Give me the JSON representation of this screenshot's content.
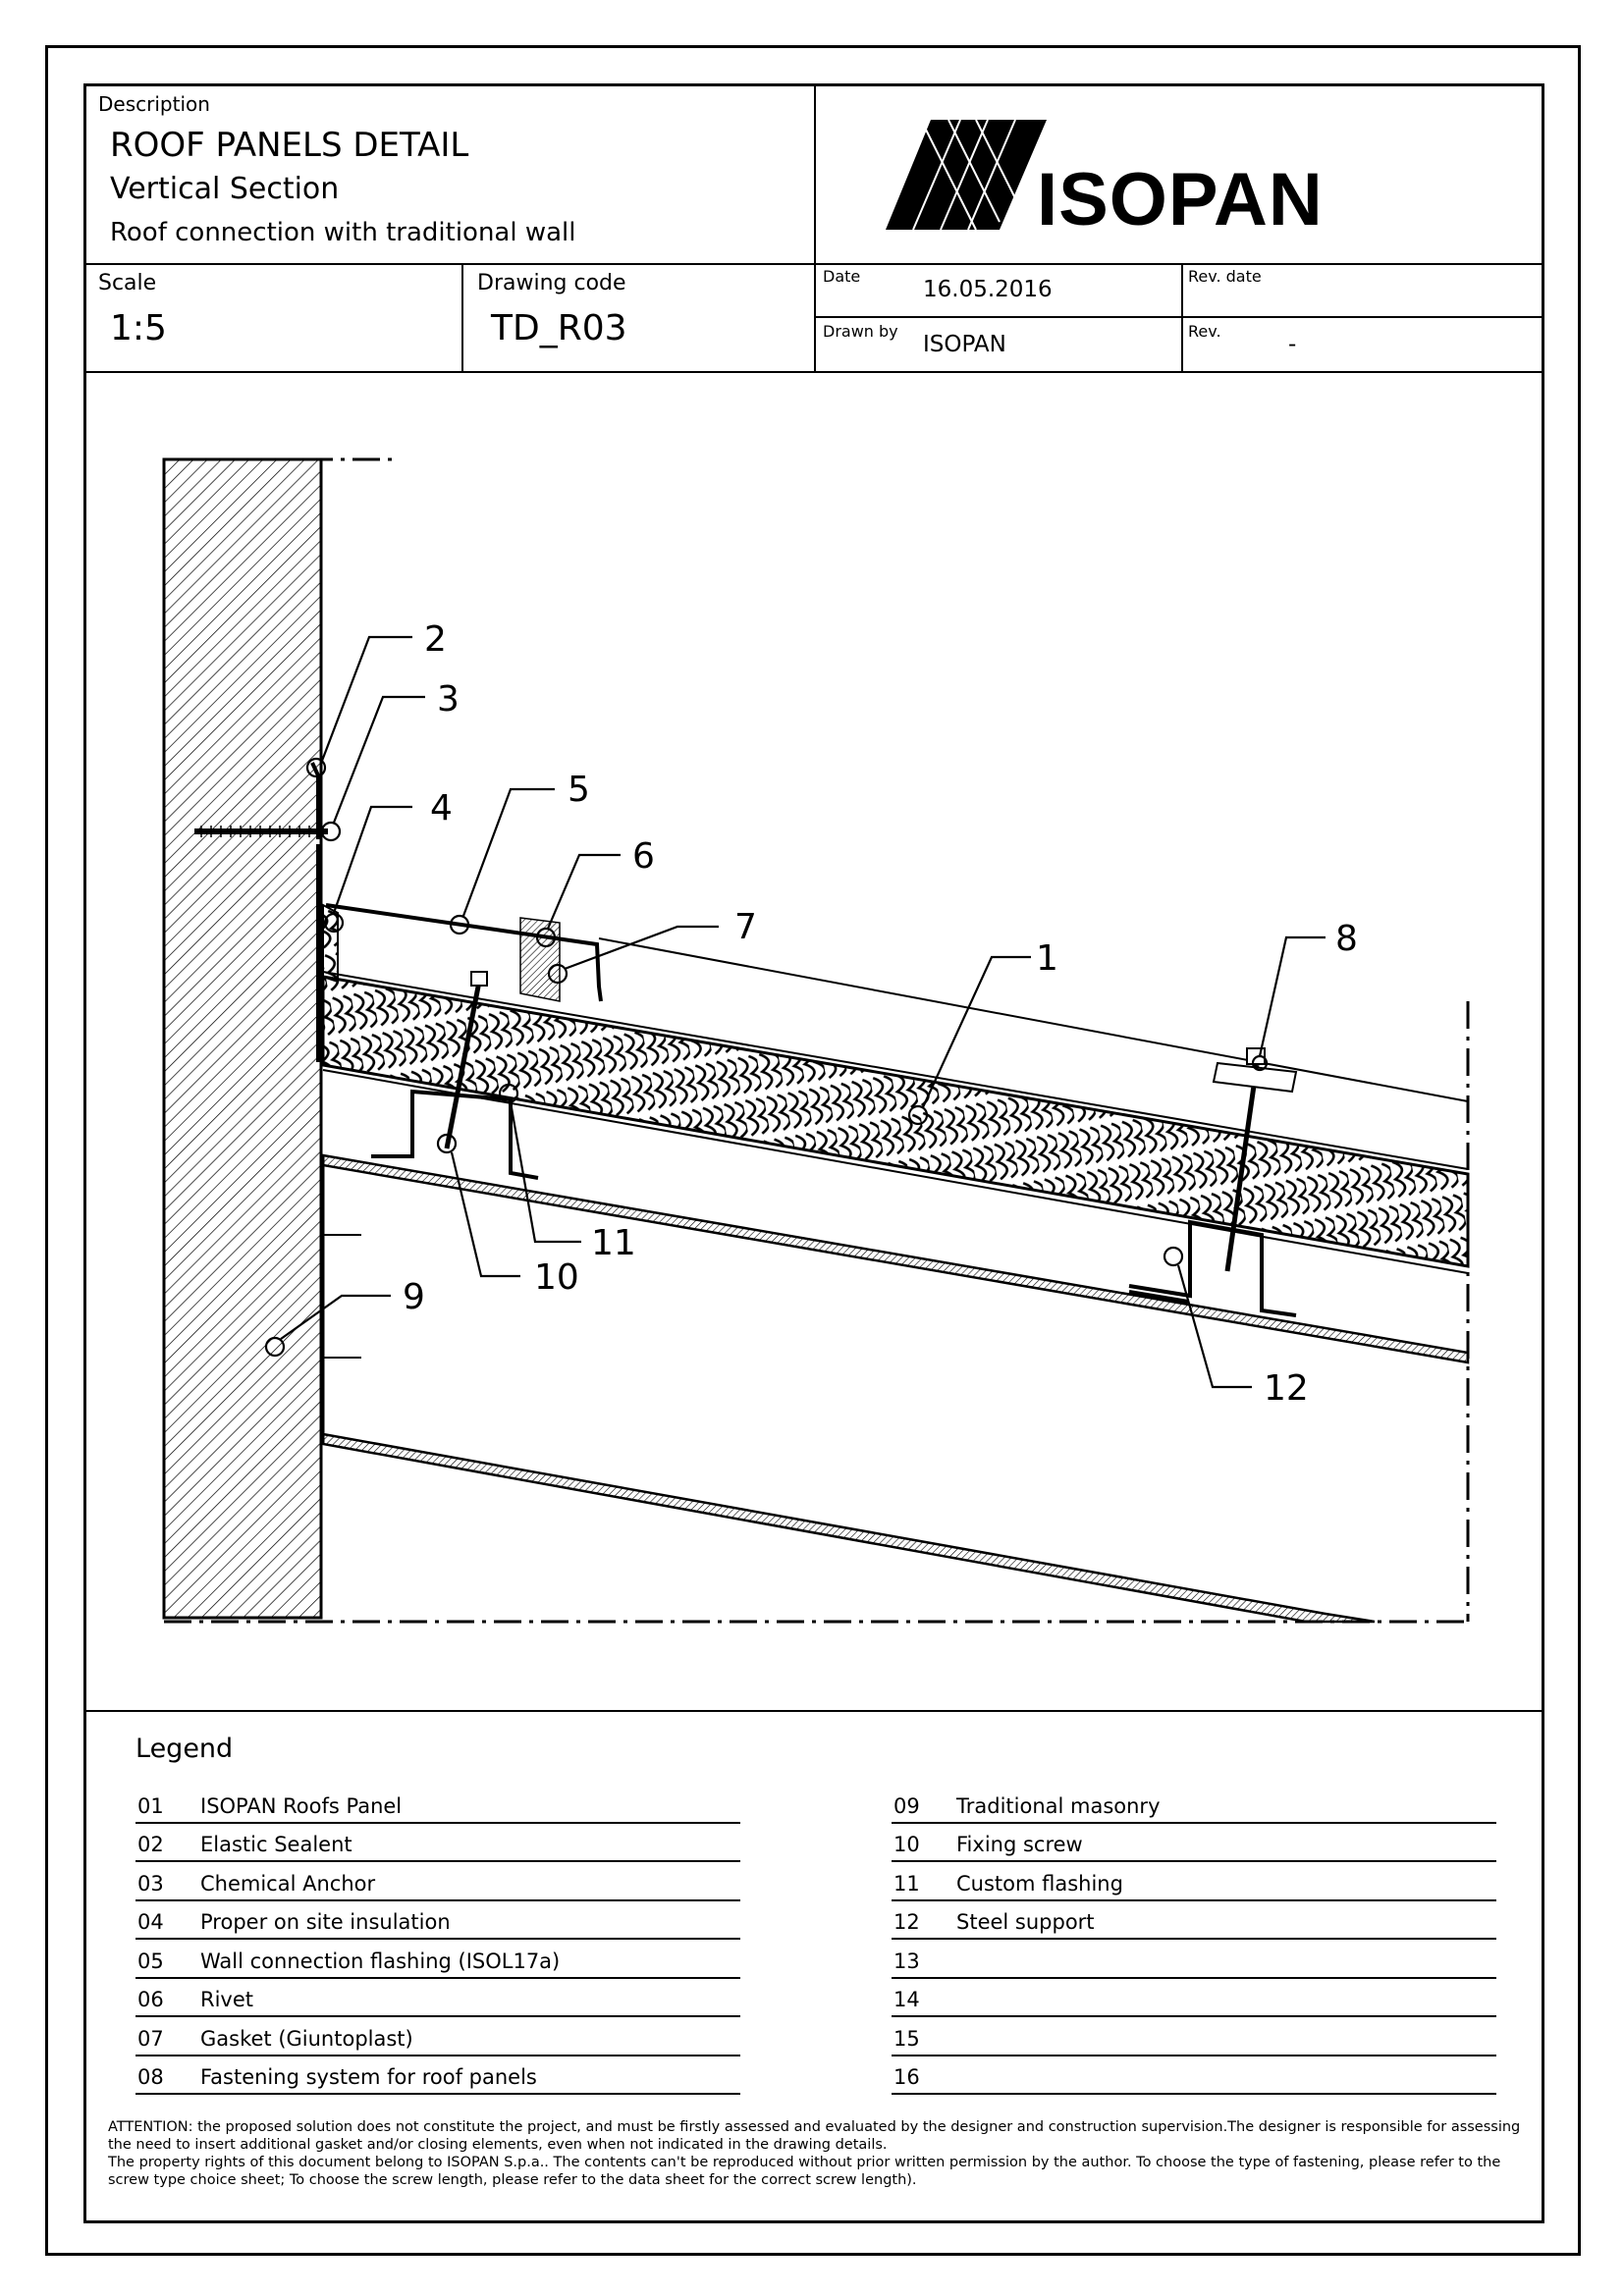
{
  "header": {
    "description_label": "Description",
    "title": "ROOF PANELS DETAIL",
    "subtitle": "Vertical Section",
    "subtitle2": "Roof connection with traditional wall",
    "scale_label": "Scale",
    "scale_value": "1:5",
    "drawing_code_label": "Drawing code",
    "drawing_code_value": "TD_R03",
    "date_label": "Date",
    "date_value": "16.05.2016",
    "drawn_by_label": "Drawn by",
    "drawn_by_value": "ISOPAN",
    "rev_date_label": "Rev. date",
    "rev_label": "Rev.",
    "rev_value": "-"
  },
  "logo": {
    "text": "ISOPAN",
    "icon": "isopan-logo-icon"
  },
  "callouts": [
    "1",
    "2",
    "3",
    "4",
    "5",
    "6",
    "7",
    "8",
    "9",
    "10",
    "11",
    "12"
  ],
  "legend": {
    "title": "Legend",
    "left": [
      {
        "num": "01",
        "label": "ISOPAN Roofs Panel"
      },
      {
        "num": "02",
        "label": "Elastic Sealent"
      },
      {
        "num": "03",
        "label": "Chemical Anchor"
      },
      {
        "num": "04",
        "label": "Proper on site insulation"
      },
      {
        "num": "05",
        "label": "Wall connection flashing (ISOL17a)"
      },
      {
        "num": "06",
        "label": "Rivet"
      },
      {
        "num": "07",
        "label": "Gasket (Giuntoplast)"
      },
      {
        "num": "08",
        "label": "Fastening system for roof panels"
      }
    ],
    "right": [
      {
        "num": "09",
        "label": "Traditional masonry"
      },
      {
        "num": "10",
        "label": "Fixing screw"
      },
      {
        "num": "11",
        "label": "Custom flashing"
      },
      {
        "num": "12",
        "label": "Steel support"
      },
      {
        "num": "13",
        "label": ""
      },
      {
        "num": "14",
        "label": ""
      },
      {
        "num": "15",
        "label": ""
      },
      {
        "num": "16",
        "label": ""
      }
    ]
  },
  "attention": {
    "line1": "ATTENTION: the proposed solution does not constitute the project, and must be firstly assessed and evaluated by the designer and construction supervision.The designer is responsible for assessing the need to insert additional gasket and/or closing elements, even when not indicated in the drawing details.",
    "line2": "The property rights of this document belong to ISOPAN S.p.a.. The contents can't be reproduced without prior written permission by the author. To choose the type of fastening, please refer to the screw type choice sheet; To choose the screw length, please refer to the data sheet for the correct screw length)."
  }
}
